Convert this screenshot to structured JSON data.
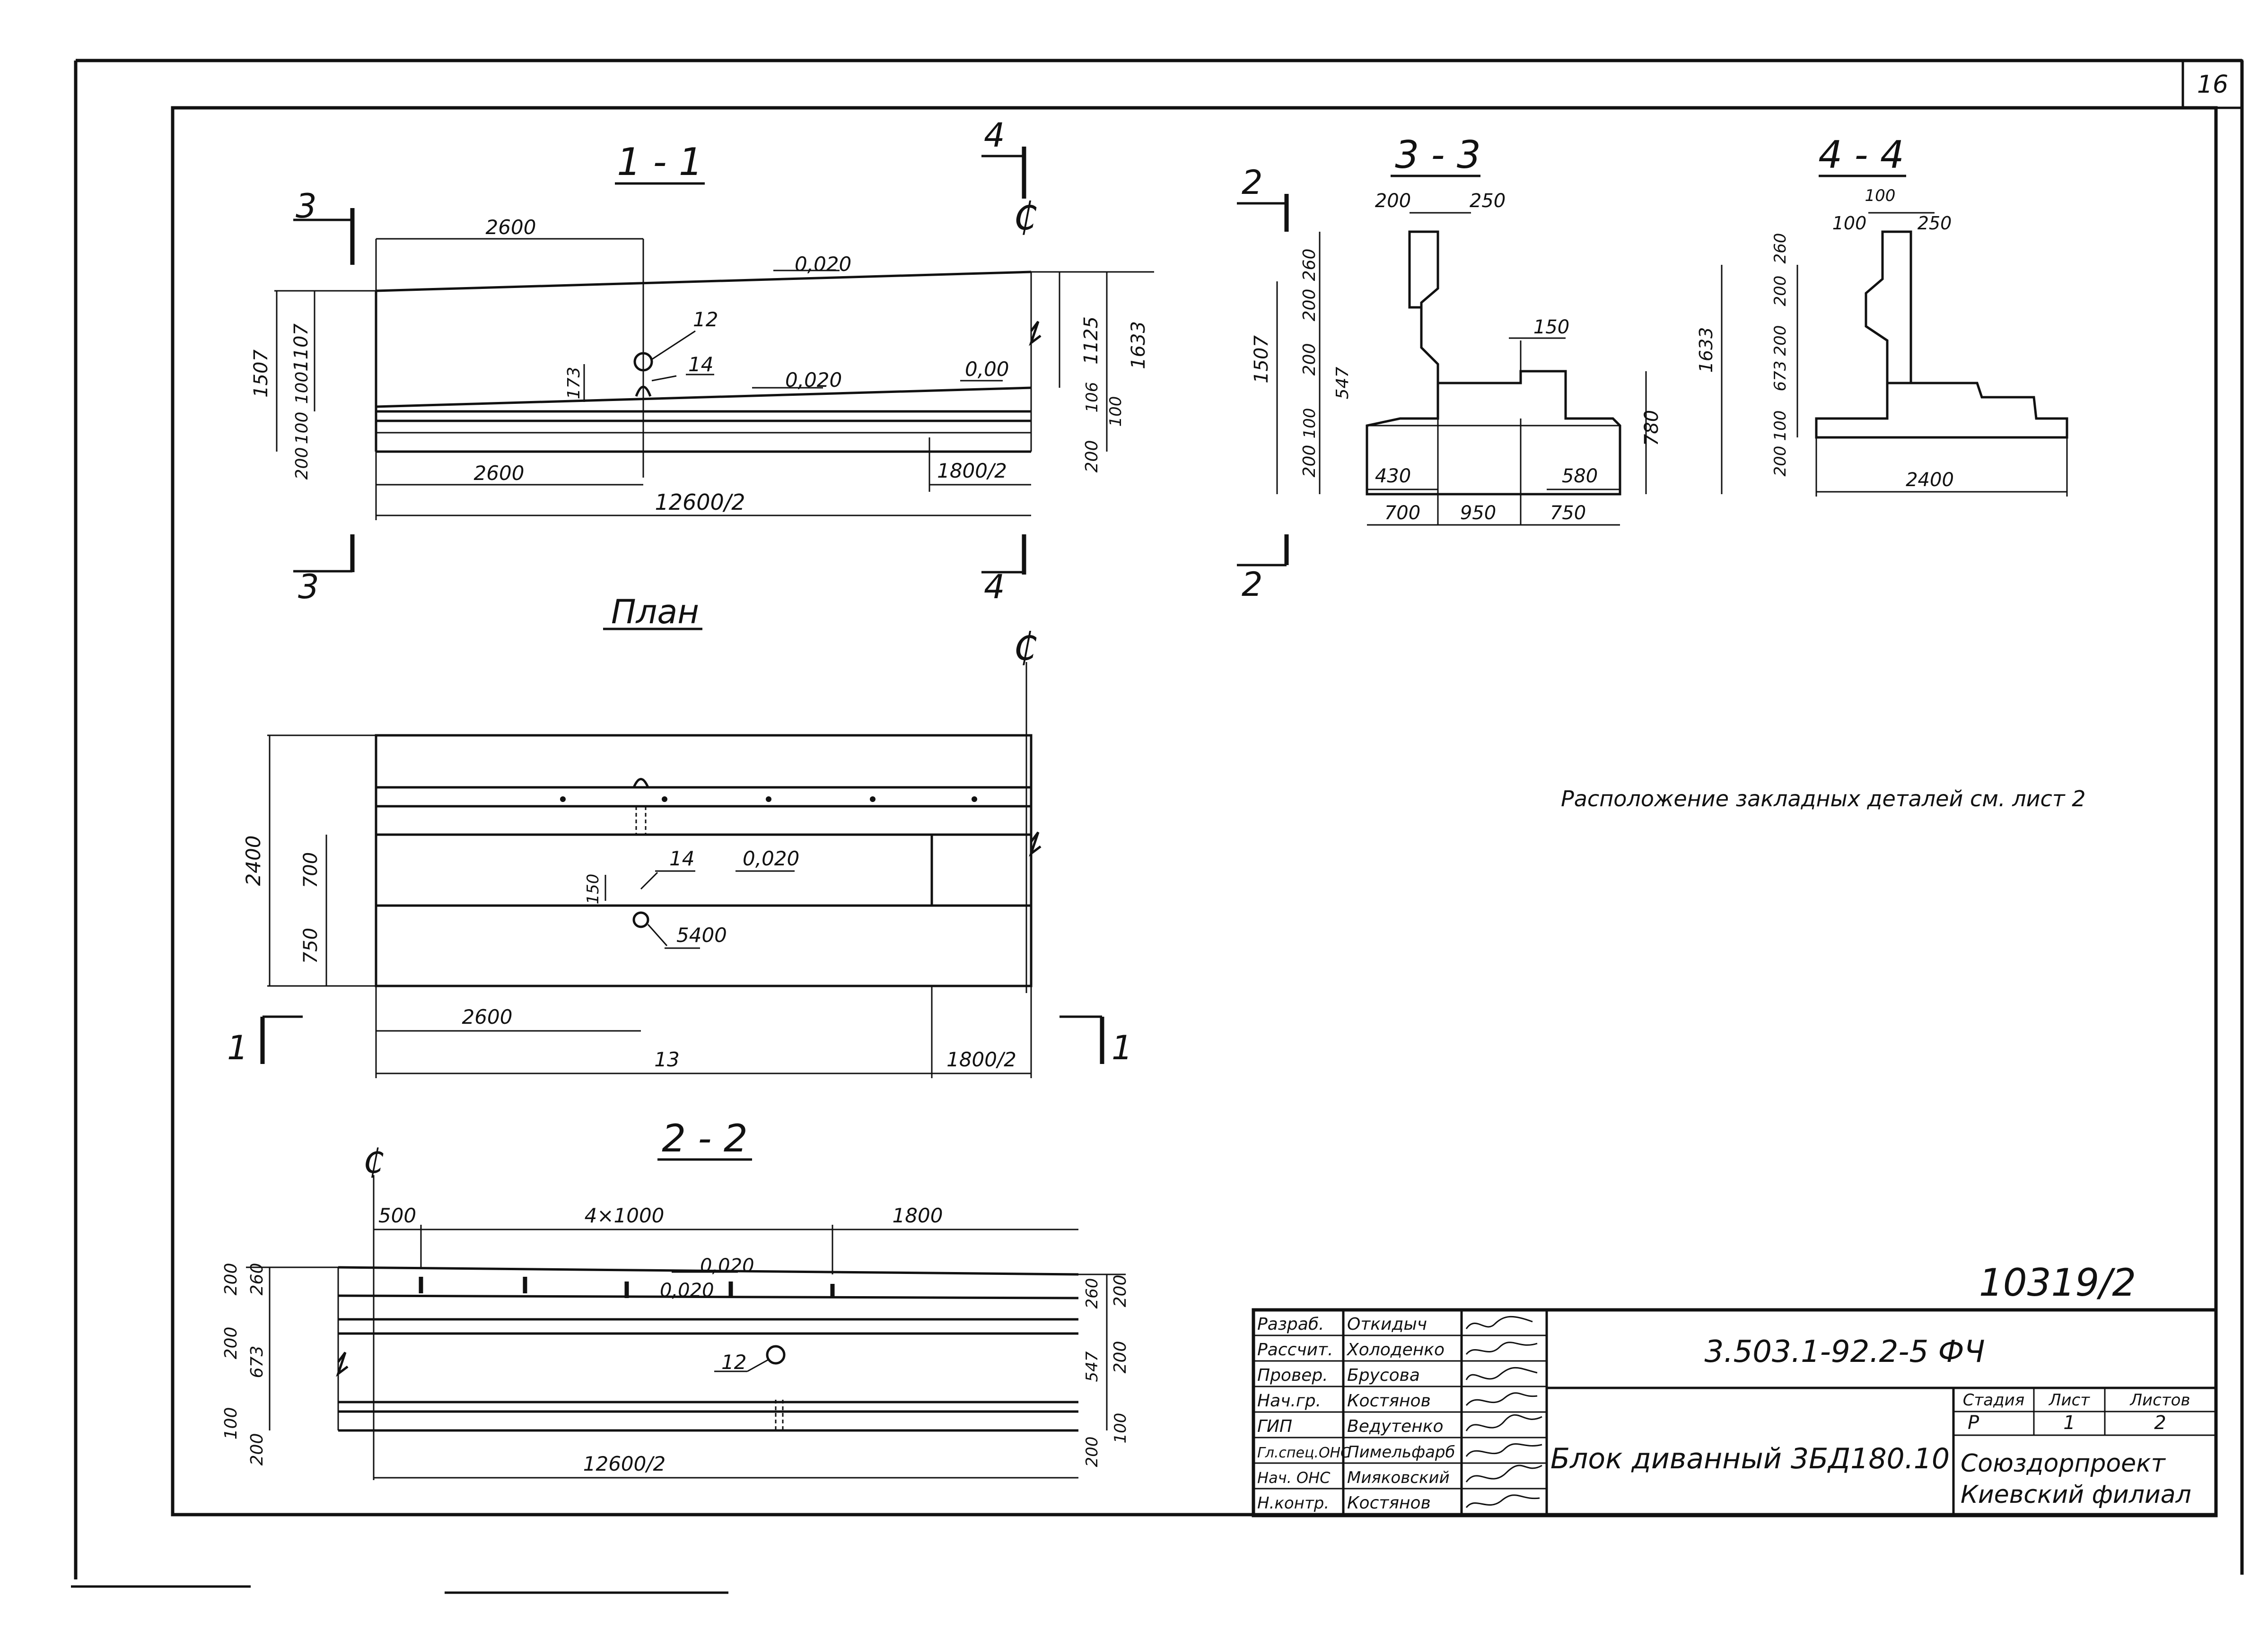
{
  "sheet": {
    "page_number": "16",
    "drawing_number": "10319/2",
    "note": "Расположение закладных деталей см. лист 2"
  },
  "sections": {
    "s11": {
      "title": "1 - 1",
      "dims": [
        "2600",
        "0,020",
        "12",
        "14",
        "0,020",
        "0,00",
        "2600",
        "1800/2",
        "12600/2",
        "1507",
        "1107",
        "100",
        "100",
        "200",
        "173",
        "1125",
        "1633",
        "106",
        "100",
        "200"
      ],
      "cut_marks": [
        "3",
        "3",
        "4",
        "4"
      ]
    },
    "s33": {
      "title": "3 - 3",
      "dims": [
        "200",
        "250",
        "150",
        "260",
        "200",
        "200",
        "547",
        "100",
        "200",
        "1507",
        "780",
        "430",
        "580",
        "700",
        "950",
        "750"
      ],
      "cut_marks": [
        "2",
        "2"
      ]
    },
    "s44": {
      "title": "4 - 4",
      "dims": [
        "100",
        "100",
        "250",
        "260",
        "200",
        "200",
        "673",
        "100",
        "200",
        "1633",
        "2400"
      ]
    },
    "plan": {
      "title": "План",
      "dims": [
        "2400",
        "700",
        "750",
        "150",
        "14",
        "0,020",
        "13",
        "2600",
        "5400",
        "1800/2"
      ],
      "cut_marks": [
        "1",
        "1"
      ]
    },
    "s22": {
      "title": "2 - 2",
      "dims": [
        "500",
        "4×1000",
        "1800",
        "0,020",
        "0,020",
        "12",
        "12600/2",
        "200",
        "260",
        "200",
        "673",
        "100",
        "200",
        "260",
        "200",
        "547",
        "200",
        "200",
        "100"
      ]
    }
  },
  "title_block": {
    "roles": [
      {
        "role": "Разраб.",
        "name": "Откидыч"
      },
      {
        "role": "Рассчит.",
        "name": "Холоденко"
      },
      {
        "role": "Провер.",
        "name": "Брусова"
      },
      {
        "role": "Нач.гр.",
        "name": "Костянов"
      },
      {
        "role": "ГИП",
        "name": "Ведутенко"
      },
      {
        "role": "Гл.спец.ОНС",
        "name": "Пимельфарб"
      },
      {
        "role": "Нач. ОНС",
        "name": "Мияковский"
      },
      {
        "role": "Н.контр.",
        "name": "Костянов"
      }
    ],
    "code": "3.503.1-92.2-5  ФЧ",
    "product": "Блок диванный 3БД180.10",
    "stage_header": "Стадия",
    "sheet_header": "Лист",
    "sheets_header": "Листов",
    "stage": "Р",
    "sheet": "1",
    "sheets": "2",
    "org_line1": "Союздорпроект",
    "org_line2": "Киевский филиал"
  }
}
